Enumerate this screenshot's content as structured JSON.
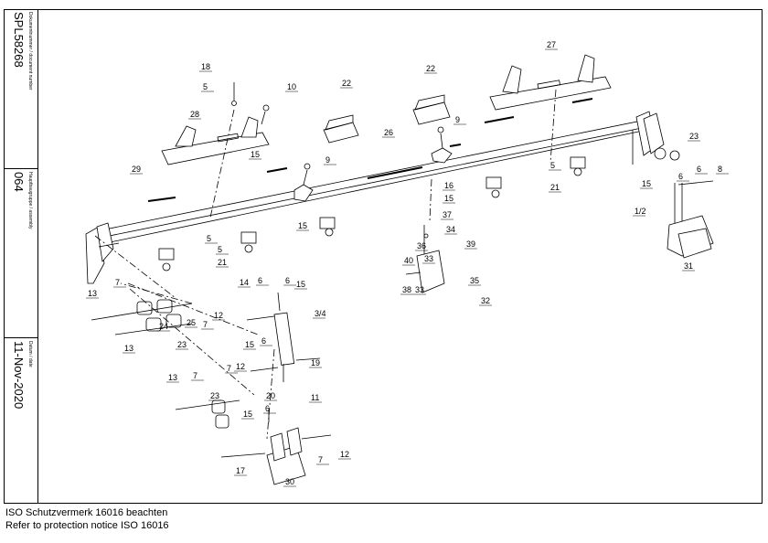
{
  "title_block": {
    "document_number": {
      "label": "Dokumentnummer / document number",
      "value": "SPL58268"
    },
    "assembly": {
      "label": "Hauptbaugruppe / assembly",
      "value": "064"
    },
    "date": {
      "label": "Datum / date",
      "value": "11-Nov-2020"
    }
  },
  "callouts": [
    "18",
    "5",
    "10",
    "28",
    "22",
    "22",
    "9",
    "27",
    "26",
    "9",
    "23",
    "15",
    "29",
    "16",
    "15",
    "5",
    "6",
    "6",
    "8",
    "15",
    "1/2",
    "5",
    "21",
    "15",
    "5",
    "21",
    "37",
    "34",
    "36",
    "39",
    "33",
    "40",
    "35",
    "38",
    "33",
    "32",
    "31",
    "13",
    "7",
    "14",
    "6",
    "6",
    "15",
    "12",
    "25",
    "7",
    "24",
    "23",
    "13",
    "3/4",
    "15",
    "6",
    "12",
    "7",
    "13",
    "7",
    "19",
    "23",
    "20",
    "11",
    "6",
    "15",
    "12",
    "7",
    "17",
    "30"
  ],
  "footer": {
    "line1": "ISO Schutzvermerk 16016 beachten",
    "line2": "Refer to protection notice ISO 16016"
  }
}
